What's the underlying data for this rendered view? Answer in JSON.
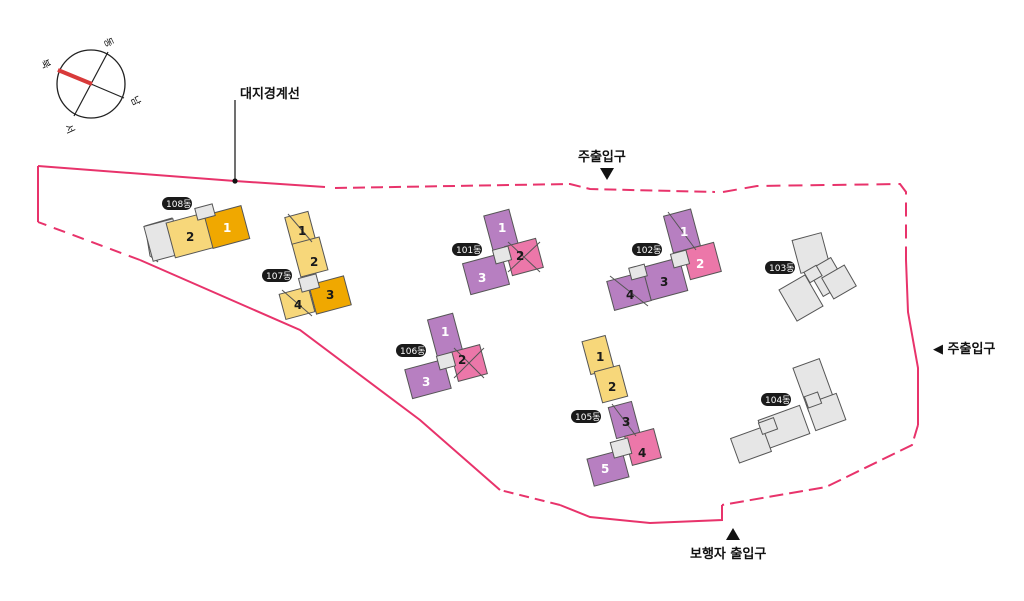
{
  "colors": {
    "boundary": "#e8336b",
    "yellow_light": "#f7d77a",
    "yellow_dark": "#f0a800",
    "purple": "#b77fc1",
    "pink": "#ec77a9",
    "grey": "#e6e6e6",
    "grey_line": "#555555",
    "compass_needle": "#d83a3a"
  },
  "compass": {
    "north": "북",
    "east": "동",
    "south": "남",
    "west": "서"
  },
  "labels": {
    "boundary": "대지경계선",
    "main_entrance_top": "주출입구",
    "main_entrance_right": "◀ 주출입구",
    "pedestrian_entrance": "보행자 출입구"
  },
  "buildings": [
    {
      "id": "108동",
      "units": [
        "1",
        "2"
      ]
    },
    {
      "id": "107동",
      "units": [
        "1",
        "2",
        "3",
        "4"
      ]
    },
    {
      "id": "101동",
      "units": [
        "1",
        "2",
        "3"
      ]
    },
    {
      "id": "102동",
      "units": [
        "1",
        "2",
        "3",
        "4"
      ]
    },
    {
      "id": "103동",
      "units": []
    },
    {
      "id": "106동",
      "units": [
        "1",
        "2",
        "3"
      ]
    },
    {
      "id": "105동",
      "units": [
        "1",
        "2",
        "3",
        "4",
        "5"
      ]
    },
    {
      "id": "104동",
      "units": []
    }
  ]
}
